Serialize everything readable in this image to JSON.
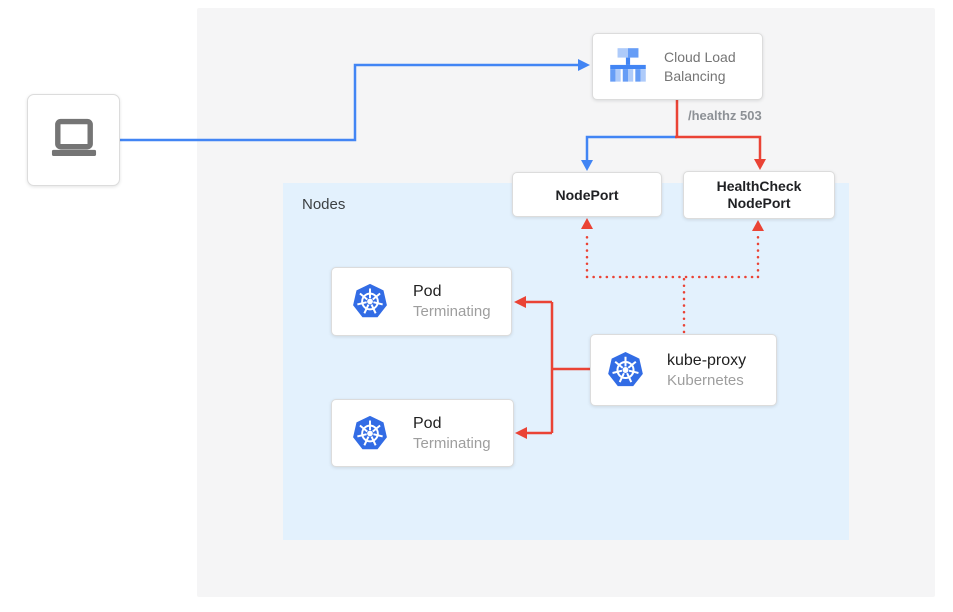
{
  "diagram": {
    "client": {
      "icon": "laptop-icon"
    },
    "clb": {
      "label": "Cloud Load Balancing",
      "icon": "cloud-load-balancing-icon"
    },
    "edge_label": {
      "label": "/healthz 503"
    },
    "nodeport": {
      "label": "NodePort"
    },
    "healthcheck_nodeport": {
      "label": "HealthCheck NodePort"
    },
    "nodes_group": {
      "label": "Nodes"
    },
    "pods": [
      {
        "label": "Pod",
        "status": "Terminating",
        "icon": "kubernetes-icon"
      },
      {
        "label": "Pod",
        "status": "Terminating",
        "icon": "kubernetes-icon"
      }
    ],
    "kube_proxy": {
      "label": "kube-proxy",
      "sublabel": "Kubernetes",
      "icon": "kubernetes-icon"
    },
    "colors": {
      "traffic_blue": "#4285f4",
      "error_red": "#ea4335",
      "nodes_panel_bg": "#e3f1fd",
      "outer_panel_bg": "#f5f5f6",
      "kubernetes_blue": "#326ce5",
      "load_balancer_icon_light": "#aecbfa",
      "load_balancer_icon_mid": "#669df6",
      "load_balancer_icon_dark": "#4285f4",
      "box_border": "#dcdcdc",
      "title_text": "#202124",
      "muted_text": "#9e9e9e"
    }
  }
}
